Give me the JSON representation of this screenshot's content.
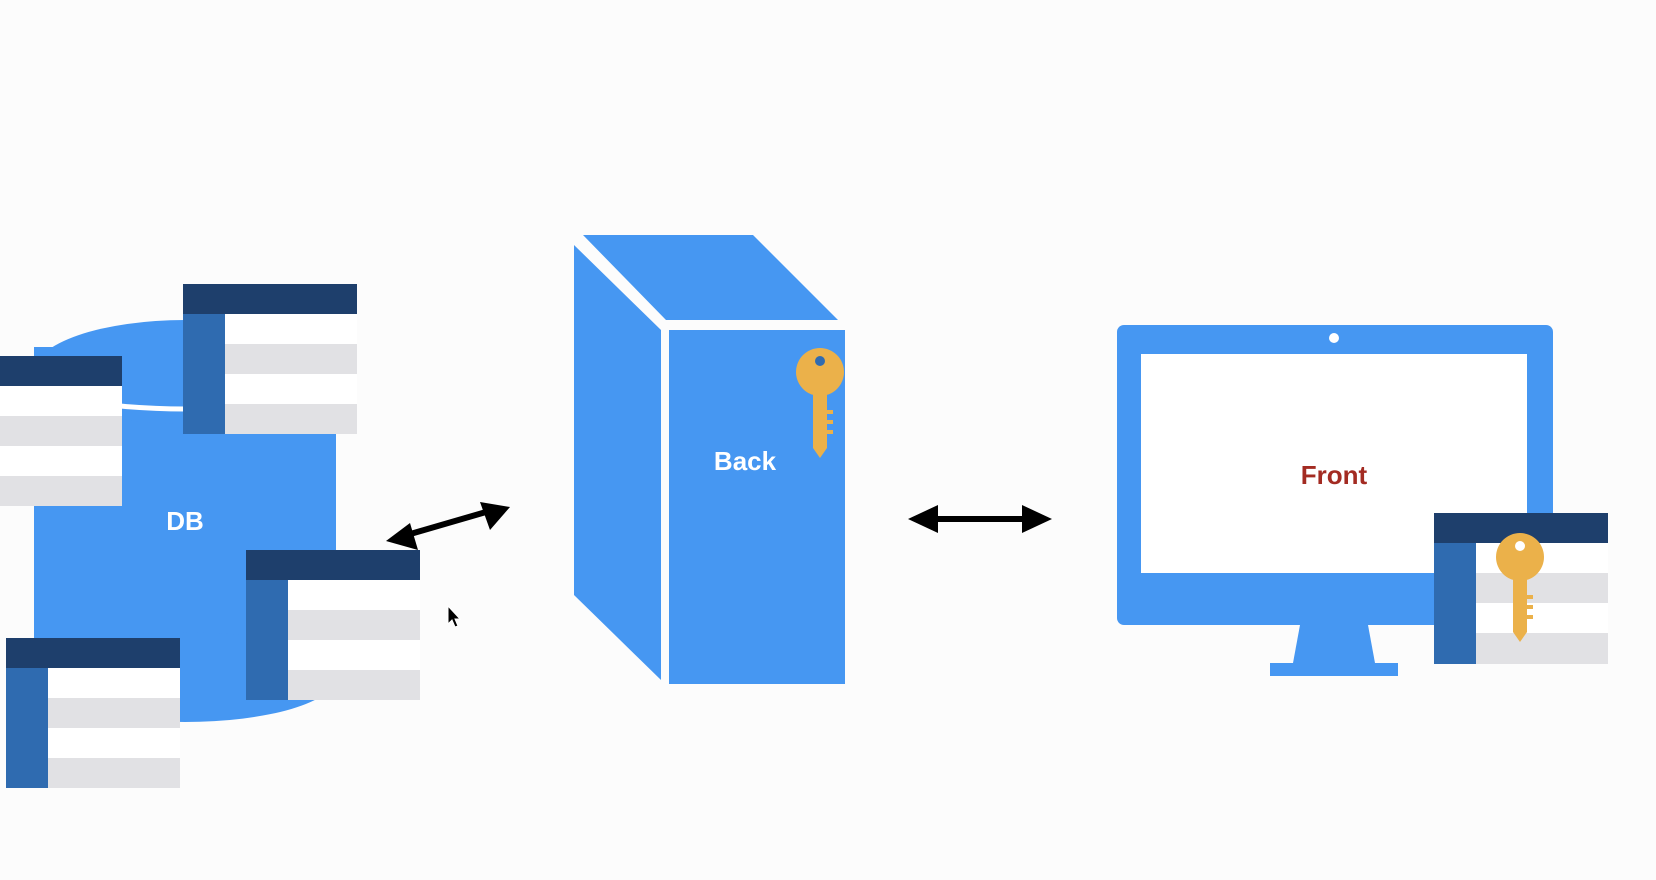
{
  "nodes": {
    "db": {
      "label": "DB"
    },
    "back": {
      "label": "Back"
    },
    "front": {
      "label": "Front"
    }
  },
  "colors": {
    "background": "#fcfcfc",
    "primary_blue": "#4697f2",
    "table_header": "#1e3f6c",
    "table_side": "#2f6bb0",
    "table_row_gray": "#e1e1e4",
    "table_row_white": "#ffffff",
    "key": "#ebb14a",
    "front_label": "#a32b22",
    "white_label": "#ffffff",
    "arrow": "#000000"
  },
  "icons": [
    "key-icon",
    "double-arrow-icon",
    "mouse-cursor-icon",
    "table-icon",
    "database-icon",
    "server-icon",
    "monitor-icon"
  ]
}
